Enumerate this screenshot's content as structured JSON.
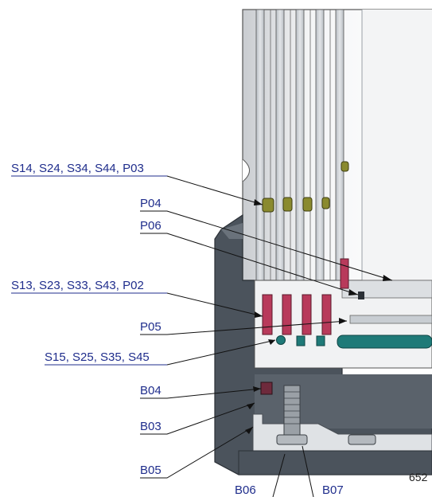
{
  "labels": {
    "s14_group": "S14, S24, S34, S44, P03",
    "p04": "P04",
    "p06": "P06",
    "s13_group": "S13, S23, S33, S43, P02",
    "p05": "P05",
    "s15_group": "S15, S25, S35, S45",
    "b04": "B04",
    "b03": "B03",
    "b05": "B05",
    "b06": "B06",
    "b07": "B07",
    "figure_number": "652"
  },
  "colors": {
    "label_text": "#1f2d8c",
    "housing_dark": "#4b535c",
    "housing_mid": "#6a727b",
    "shaft_light": "#e8eaec",
    "seal_red": "#b83a5b",
    "seal_teal": "#1f7a78",
    "olive": "#8a8a2e"
  }
}
